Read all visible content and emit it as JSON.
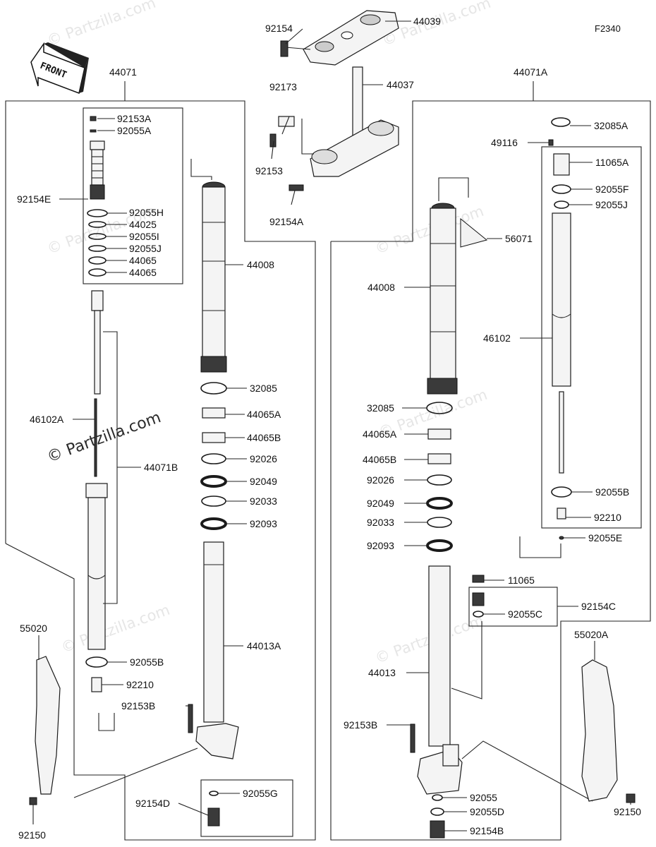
{
  "diagram_code": "F2340",
  "front_label": "FRONT",
  "watermarks": [
    "© Partzilla.com"
  ],
  "labels": {
    "l92154": "92154",
    "l44039": "44039",
    "l44071": "44071",
    "l44071A": "44071A",
    "l92173": "92173",
    "l44037": "44037",
    "l92153": "92153",
    "l92154A": "92154A",
    "l92153A": "92153A",
    "l92055A": "92055A",
    "l92154E": "92154E",
    "l92055H": "92055H",
    "l44025": "44025",
    "l92055I": "92055I",
    "l92055J_L": "92055J",
    "l44065a": "44065",
    "l44065b": "44065",
    "l44008_L": "44008",
    "l32085_L": "32085",
    "l44065A_L": "44065A",
    "l44065B_L": "44065B",
    "l92026_L": "92026",
    "l92049_L": "92049",
    "l92033_L": "92033",
    "l92093_L": "92093",
    "l46102A": "46102A",
    "l44071B": "44071B",
    "l44013A": "44013A",
    "l55020": "55020",
    "l92055B_L": "92055B",
    "l92210_L": "92210",
    "l92153B_L": "92153B",
    "l92055G": "92055G",
    "l92154D": "92154D",
    "l92150_L": "92150",
    "l32085A": "32085A",
    "l49116": "49116",
    "l11065A": "11065A",
    "l92055F": "92055F",
    "l92055J_R": "92055J",
    "l56071": "56071",
    "l44008_R": "44008",
    "l46102": "46102",
    "l32085_R": "32085",
    "l44065A_R": "44065A",
    "l44065B_R": "44065B",
    "l92026_R": "92026",
    "l92049_R": "92049",
    "l92033_R": "92033",
    "l92093_R": "92093",
    "l92055B_R": "92055B",
    "l92210_R": "92210",
    "l92055E": "92055E",
    "l11065": "11065",
    "l92154C": "92154C",
    "l92055C": "92055C",
    "l55020A": "55020A",
    "l44013": "44013",
    "l92153B_R": "92153B",
    "l92055": "92055",
    "l92055D": "92055D",
    "l92154B": "92154B",
    "l92150_R": "92150"
  }
}
